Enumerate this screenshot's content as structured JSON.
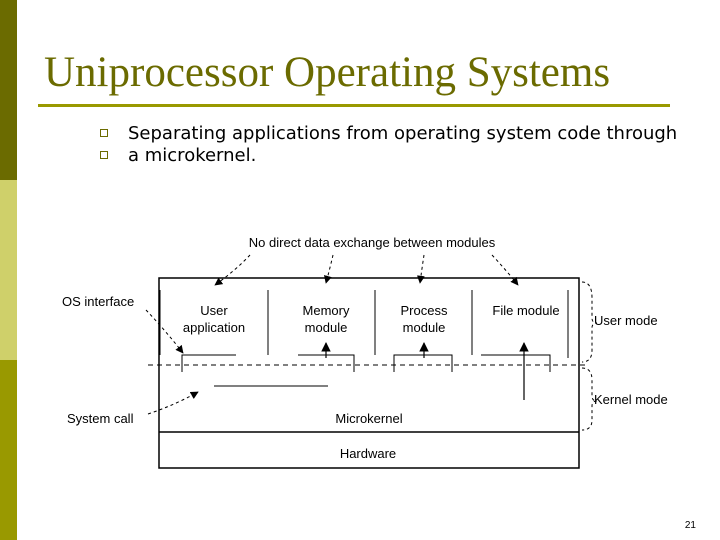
{
  "slide": {
    "title": "Uniprocessor Operating Systems",
    "bullets": [
      "Separating applications from operating system code through",
      " a microkernel."
    ],
    "page_number": "21",
    "colors": {
      "accent_dark": "#6b6b00",
      "accent_light": "#cfd06a",
      "accent_mid": "#999900"
    }
  },
  "diagram": {
    "top_label": "No direct data exchange between modules",
    "os_interface": "OS interface",
    "system_call": "System call",
    "modules": [
      {
        "line1": "User",
        "line2": "application"
      },
      {
        "line1": "Memory",
        "line2": "module"
      },
      {
        "line1": "Process",
        "line2": "module"
      },
      {
        "line1": "File module",
        "line2": ""
      }
    ],
    "user_mode": "User mode",
    "kernel_mode": "Kernel mode",
    "microkernel": "Microkernel",
    "hardware": "Hardware"
  }
}
